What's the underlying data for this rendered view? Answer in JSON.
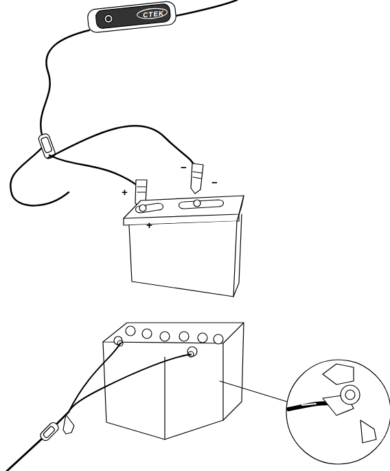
{
  "diagram": {
    "labels": [
      "CTEK",
      "−",
      "+",
      "−",
      "+"
    ]
  }
}
